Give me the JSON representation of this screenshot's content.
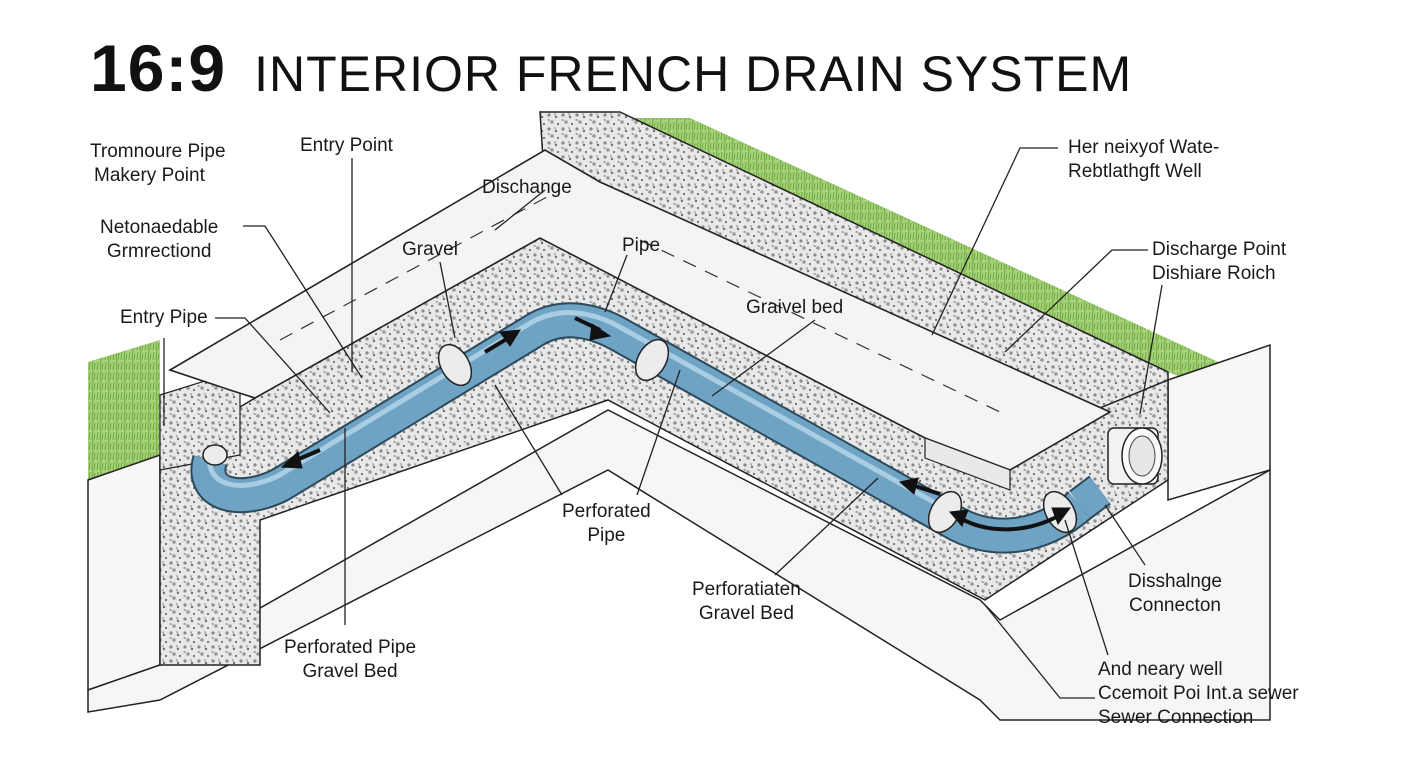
{
  "title": {
    "ratio": "16:9",
    "main": "INTERIOR FRENCH DRAIN  SYSTEM"
  },
  "labels": {
    "top_left_1": {
      "line1": "Tromnoure Pipe",
      "line2": "Makery Point"
    },
    "entry_point": "Entry Point",
    "discharge_top": "Dischange",
    "nonreadable": {
      "line1": "Netonaedable",
      "line2": "Grmrectiond"
    },
    "gravel": "Gravel",
    "pipe": "Pipe",
    "entry_pipe": "Entry Pipe",
    "gravel_bed": "Graivel bed",
    "top_right_1": {
      "line1": "Her neixyof Wate-",
      "line2": "Rebtlathgft Well"
    },
    "discharge_point": {
      "line1": "Discharge Point",
      "line2": "Dishiare Roich"
    },
    "perforated_pipe_mid": {
      "line1": "Perforated",
      "line2": "Pipe"
    },
    "perforated_gravel_bed": {
      "line1": "Perforatiaten",
      "line2": "Gravel Bed"
    },
    "discharge_connection": {
      "line1": "Disshalnge",
      "line2": "Connecton"
    },
    "perforated_pipe_bottom": {
      "line1": "Perforated Pipe",
      "line2": "Gravel Bed"
    },
    "sewer": {
      "line1": "And neary well",
      "line2": "Ccemoit Poi Int.a sewer",
      "line3": "Sewer Connection"
    }
  },
  "colors": {
    "pipe": "#6fa3c3",
    "pipe_dark": "#4a7f9f",
    "grass": "#8cc45a",
    "gravel_bg": "#e6e6e6",
    "slab": "#f4f5f4",
    "line": "#222222"
  }
}
